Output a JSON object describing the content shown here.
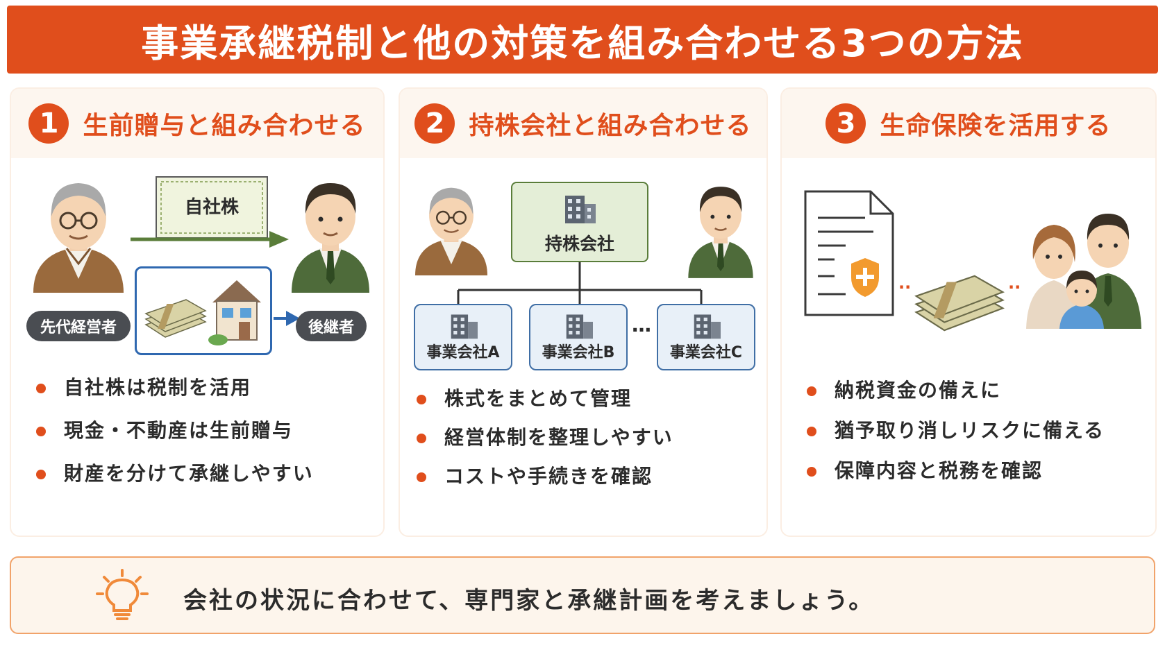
{
  "title": "事業承継税制と他の対策を組み合わせる3つの方法",
  "cards": [
    {
      "number": "1",
      "title": "生前贈与と組み合わせる",
      "stock_label": "自社株",
      "from_label": "先代経営者",
      "to_label": "後継者",
      "bullets": [
        "自社株は税制を活用",
        "現金・不動産は生前贈与",
        "財産を分けて承継しやすい"
      ]
    },
    {
      "number": "2",
      "title": "持株会社と組み合わせる",
      "holding_label": "持株会社",
      "subsidiaries": [
        "事業会社A",
        "事業会社B",
        "事業会社C"
      ],
      "ellipsis": "…",
      "bullets": [
        "株式をまとめて管理",
        "経営体制を整理しやすい",
        "コストや手続きを確認"
      ]
    },
    {
      "number": "3",
      "title": "生命保険を活用する",
      "bullets": [
        "納税資金の備えに",
        "猶予取り消しリスクに備える",
        "保障内容と税務を確認"
      ]
    }
  ],
  "note": "会社の状況に合わせて、専門家と承継計画を考えましょう。",
  "colors": {
    "accent": "#e04e1c",
    "card_header_bg": "#fdf6ef",
    "green_arrow": "#5a7d3a",
    "blue_arrow": "#2f68b0",
    "pill_bg": "#4a4d52"
  },
  "icons": [
    "elderly-man-icon",
    "young-man-icon",
    "stock-certificate-icon",
    "cash-stack-icon",
    "house-icon",
    "building-icon",
    "insurance-document-icon",
    "family-icon",
    "lightbulb-icon"
  ]
}
